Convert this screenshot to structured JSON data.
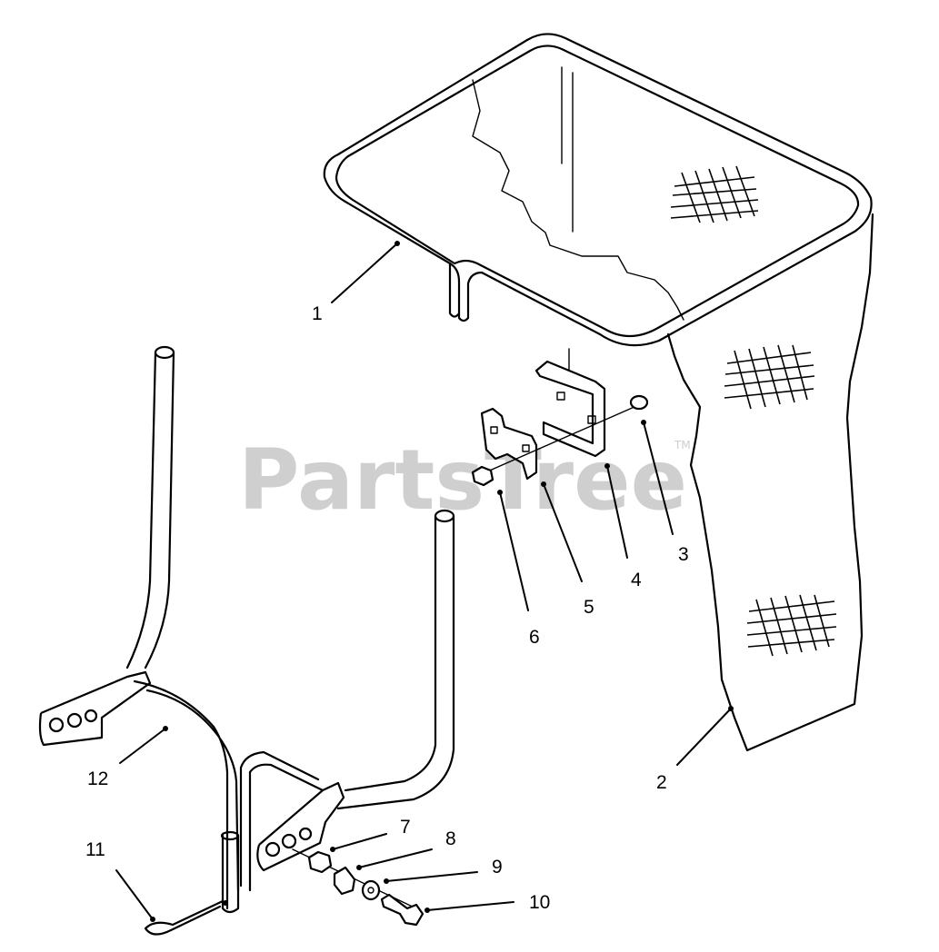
{
  "watermark": {
    "text": "PartsTree",
    "tm": "TM"
  },
  "callouts": [
    "1",
    "2",
    "3",
    "4",
    "5",
    "6",
    "7",
    "8",
    "9",
    "10",
    "11",
    "12"
  ],
  "colors": {
    "line": "#000000",
    "watermark": "#cfcfcf",
    "background": "#ffffff"
  }
}
